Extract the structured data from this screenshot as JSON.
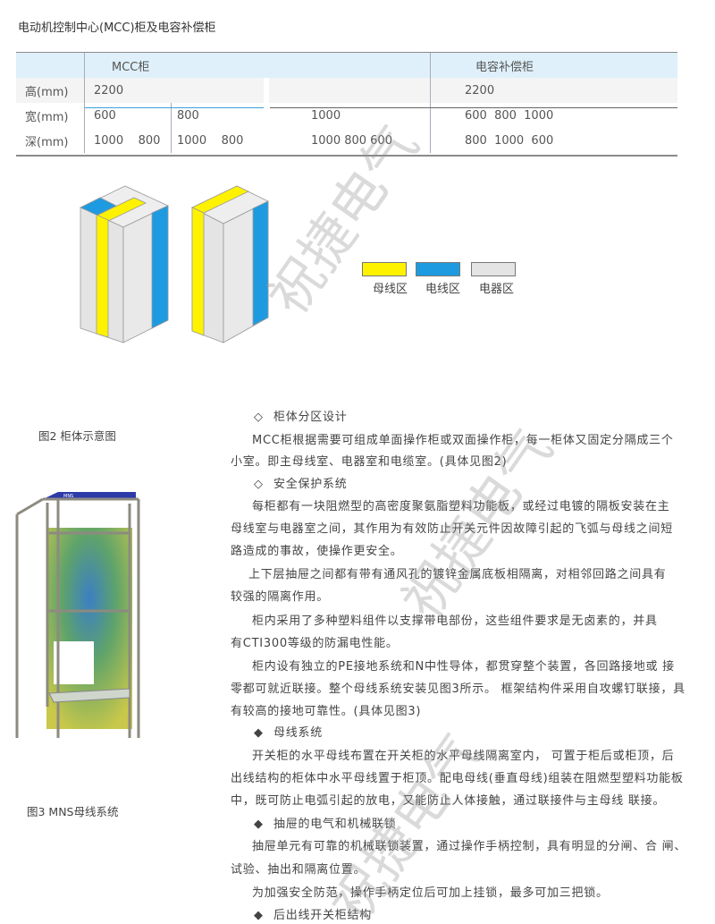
{
  "title": "电动机控制中心(MCC)柜及电容补偿柜",
  "table": {
    "header": [
      "MCC柜",
      "电容补偿柜"
    ],
    "rows": [
      {
        "label": "高(mm)",
        "cells": [
          "2200",
          "",
          "2200"
        ]
      },
      {
        "label": "宽(mm)",
        "cells": [
          "600",
          "800",
          "1000",
          "600  800  1000"
        ]
      },
      {
        "label": "深(mm)",
        "cells": [
          "1000    800",
          "1000    800",
          "1000 800 600",
          "800  1000  600"
        ]
      }
    ]
  },
  "legend": {
    "items": [
      {
        "label": "母线区",
        "color": "#fff200"
      },
      {
        "label": "电线区",
        "color": "#1e9be0"
      },
      {
        "label": "电器区",
        "color": "#e4e4e4"
      }
    ]
  },
  "fig2_caption": "图2 柜体示意图",
  "fig3_caption": "图3 MNS母线系统",
  "fig3_label": "MNS",
  "watermark": "祝捷电气",
  "sections": {
    "h1": "柜体分区设计",
    "p1": [
      "MCC柜根据需要可组成单面操作柜或双面操作柜，每一柜体又固定分隔成三个",
      "小室。即主母线室、电器室和电缆室。(具体见图2)"
    ],
    "h2": "安全保护系统",
    "p2": [
      "每柜都有一块阻燃型的高密度聚氨脂塑料功能板，或经过电镀的隔板安装在主",
      "母线室与电器室之间，其作用为有效防止开关元件因故障引起的飞弧与母线之间短",
      "路造成的事故，使操作更安全。"
    ],
    "p3": [
      "上下层抽屉之间都有带有通风孔的镀锌金属底板相隔离，对相邻回路之间具有",
      "较强的隔离作用。"
    ],
    "p4": [
      "柜内采用了多种塑料组件以支撑带电部份，这些组件要求是无卤素的，并具",
      "有CTI300等级的防漏电性能。"
    ],
    "p5": [
      "柜内设有独立的PE接地系统和N中性导体，都贯穿整个装置，各回路接地或 接",
      "零都可就近联接。整个母线系统安装见图3所示。 框架结构件采用自攻螺钉联接，具",
      "有较高的接地可靠性。(具体见图3)"
    ],
    "h3": "母线系统",
    "p6": [
      "开关柜的水平母线布置在开关柜的水平母线隔离室内， 可置于柜后或柜顶，后",
      "出线结构的柜体中水平母线置于柜顶。配电母线(垂直母线)组装在阻燃型塑料功能板",
      "中，既可防止电弧引起的放电，又能防止人体接触，通过联接件与主母线 联接。"
    ],
    "h4": "抽屉的电气和机械联锁",
    "p7": [
      "抽屉单元有可靠的机械联锁装置，通过操作手柄控制，具有明显的分闸、合 闸、",
      "试验、抽出和隔离位置。"
    ],
    "p8": [
      "为加强安全防范，操作手柄定位后可加上挂锁，最多可加三把锁。"
    ],
    "h5": "后出线开关柜结构",
    "marker_hollow": "◇",
    "marker_solid": "◆"
  }
}
